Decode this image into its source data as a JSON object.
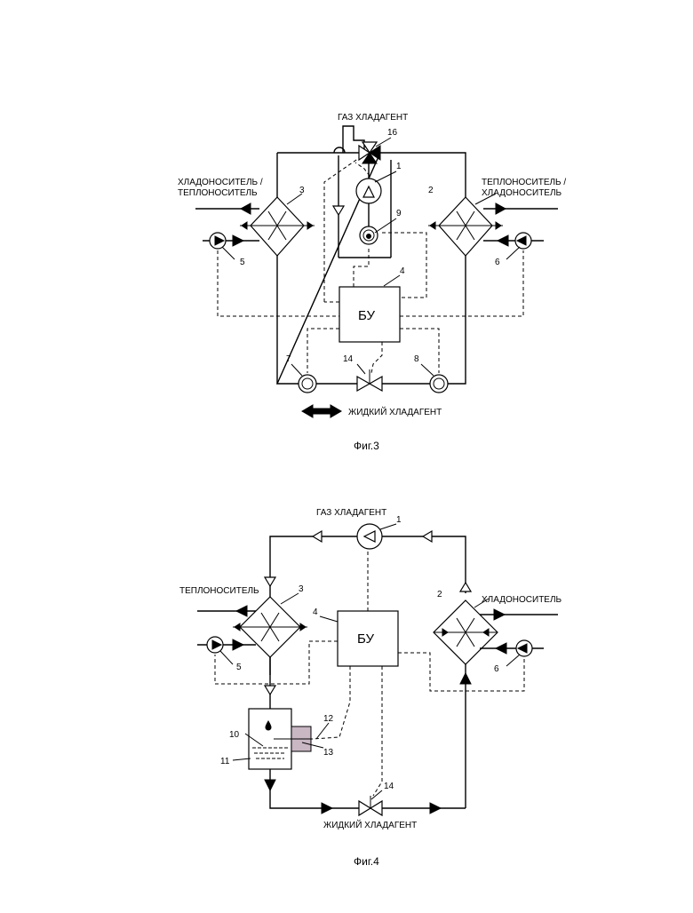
{
  "fig3": {
    "caption": "Фиг.3",
    "gas_label": "ГАЗ ХЛАДАГЕНТ",
    "liquid_label": "ЖИДКИЙ  ХЛАДАГЕНТ",
    "left_fluid_line1": "ХЛАДОНОСИТЕЛЬ /",
    "left_fluid_line2": "ТЕПЛОНОСИТЕЛЬ",
    "right_fluid_line1": "ТЕПЛОНОСИТЕЛЬ /",
    "right_fluid_line2": "ХЛАДОНОСИТЕЛЬ",
    "control_unit": "БУ",
    "refs": {
      "n1": "1",
      "n2": "2",
      "n3": "3",
      "n4": "4",
      "n5": "5",
      "n6": "6",
      "n7": "7",
      "n8": "8",
      "n9": "9",
      "n14": "14",
      "n16": "16"
    }
  },
  "fig4": {
    "caption": "Фиг.4",
    "gas_label": "ГАЗ ХЛАДАГЕНТ",
    "liquid_label": "ЖИДКИЙ  ХЛАДАГЕНТ",
    "left_fluid": "ТЕПЛОНОСИТЕЛЬ",
    "right_fluid": "ХЛАДОНОСИТЕЛЬ",
    "control_unit": "БУ",
    "refs": {
      "n1": "1",
      "n2": "2",
      "n3": "3",
      "n4": "4",
      "n5": "5",
      "n6": "6",
      "n10": "10",
      "n11": "11",
      "n12": "12",
      "n13": "13",
      "n14": "14"
    }
  }
}
